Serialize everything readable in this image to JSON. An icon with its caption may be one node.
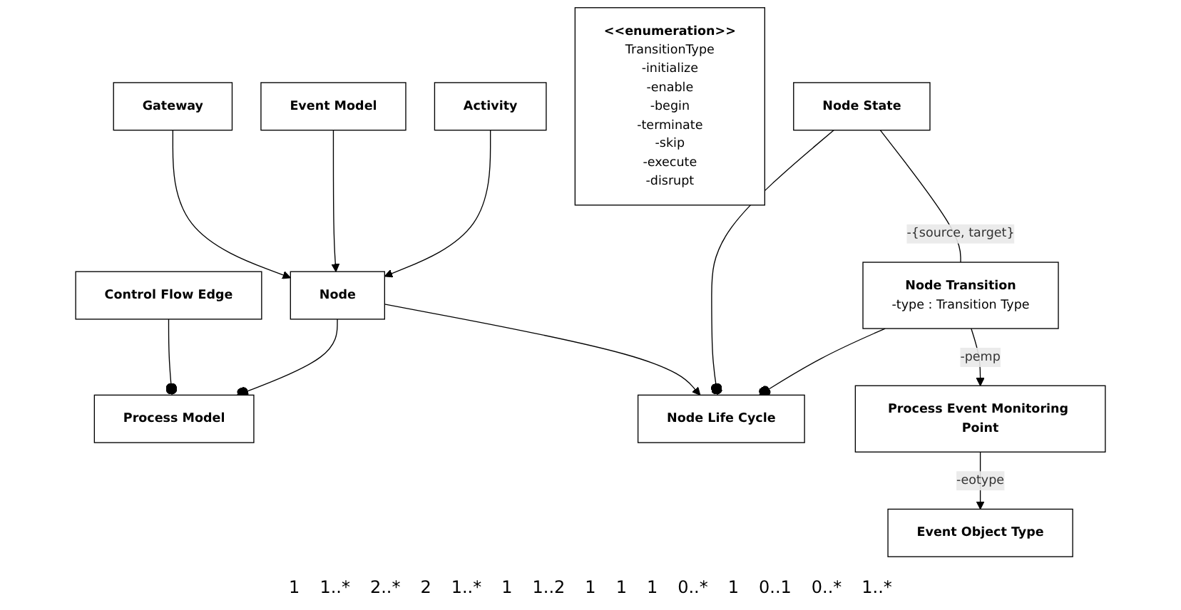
{
  "diagram": {
    "nodes": [
      {
        "text": [
          "Process Model"
        ]
      },
      {
        "text": [
          "Node State"
        ]
      },
      {
        "text": [
          "Control Flow Edge"
        ]
      },
      {
        "text": [
          "Node"
        ]
      },
      {
        "text": [
          "Node Life Cycle"
        ]
      },
      {
        "text": [
          "Node Transition",
          "-type : Transition Type"
        ]
      },
      {
        "text": [
          "Gateway"
        ]
      },
      {
        "text": [
          "Activity"
        ]
      },
      {
        "text": [
          "<<enumeration>>",
          "TransitionType",
          "-initialize",
          "-enable",
          "-begin",
          "-terminate",
          "-skip",
          "-execute",
          "-disrupt"
        ]
      },
      {
        "text": [
          "Process Event Monitoring Point"
        ]
      },
      {
        "text": [
          "Event Model"
        ]
      },
      {
        "text": [
          "Event Object Type"
        ]
      }
    ],
    "edges": [
      {
        "from": 0,
        "to": 2,
        "arrow": "other"
      },
      {
        "from": 0,
        "to": 3,
        "arrow": "other"
      },
      {
        "from": 3,
        "to": 4,
        "arrow": "to"
      },
      {
        "from": 4,
        "to": 1,
        "arrow": "other"
      },
      {
        "from": 4,
        "to": 5,
        "arrow": "other"
      },
      {
        "from": 1,
        "to": 5,
        "arrow": "none",
        "label": "-{source, target}"
      },
      {
        "from": 6,
        "to": 3,
        "arrow": "to"
      },
      {
        "from": 10,
        "to": 3,
        "arrow": "to"
      },
      {
        "from": 7,
        "to": 3,
        "arrow": "to"
      },
      {
        "from": 5,
        "to": 9,
        "arrow": "to",
        "label": "-pemp"
      },
      {
        "from": 9,
        "to": 11,
        "arrow": "to",
        "label": "-eotype"
      }
    ],
    "labels": [
      "1",
      "1..*",
      "2..*",
      "2",
      "1..*",
      "1",
      "1..2",
      "1",
      "1",
      "1",
      "0..*",
      "1",
      "0..1",
      "0..*",
      "1..*"
    ]
  }
}
